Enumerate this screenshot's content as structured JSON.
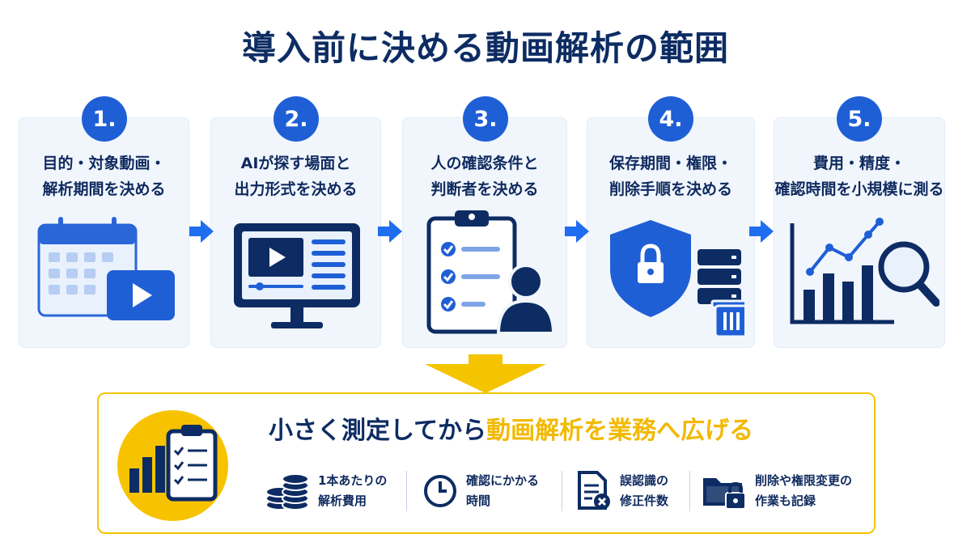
{
  "title": "導入前に決める動画解析の範囲",
  "steps": [
    {
      "number": "1.",
      "line1": "目的・対象動画・",
      "line2": "解析期間を決める",
      "icon": "calendar-video-icon"
    },
    {
      "number": "2.",
      "line1": "AIが探す場面と",
      "line2": "出力形式を決める",
      "icon": "monitor-video-icon"
    },
    {
      "number": "3.",
      "line1": "人の確認条件と",
      "line2": "判断者を決める",
      "icon": "clipboard-person-icon"
    },
    {
      "number": "4.",
      "line1": "保存期間・権限・",
      "line2": "削除手順を決める",
      "icon": "shield-lock-storage-icon"
    },
    {
      "number": "5.",
      "line1": "費用・精度・",
      "line2": "確認時間を小規模に測る",
      "icon": "chart-magnifier-icon"
    }
  ],
  "summary": {
    "heading_dark": "小さく測定してから",
    "heading_highlight": "動画解析を業務へ広げる",
    "metrics": [
      {
        "line1": "1本あたりの",
        "line2": "解析費用",
        "icon": "coins-icon"
      },
      {
        "line1": "確認にかかる",
        "line2": "時間",
        "icon": "clock-icon"
      },
      {
        "line1": "誤認識の",
        "line2": "修正件数",
        "icon": "document-error-icon"
      },
      {
        "line1": "削除や権限変更の",
        "line2": "作業も記録",
        "icon": "folder-lock-icon"
      }
    ]
  },
  "colors": {
    "primary_blue": "#1f5fd6",
    "navy": "#0d2c63",
    "yellow": "#f5c400",
    "card_bg": "#f1f6fd"
  }
}
